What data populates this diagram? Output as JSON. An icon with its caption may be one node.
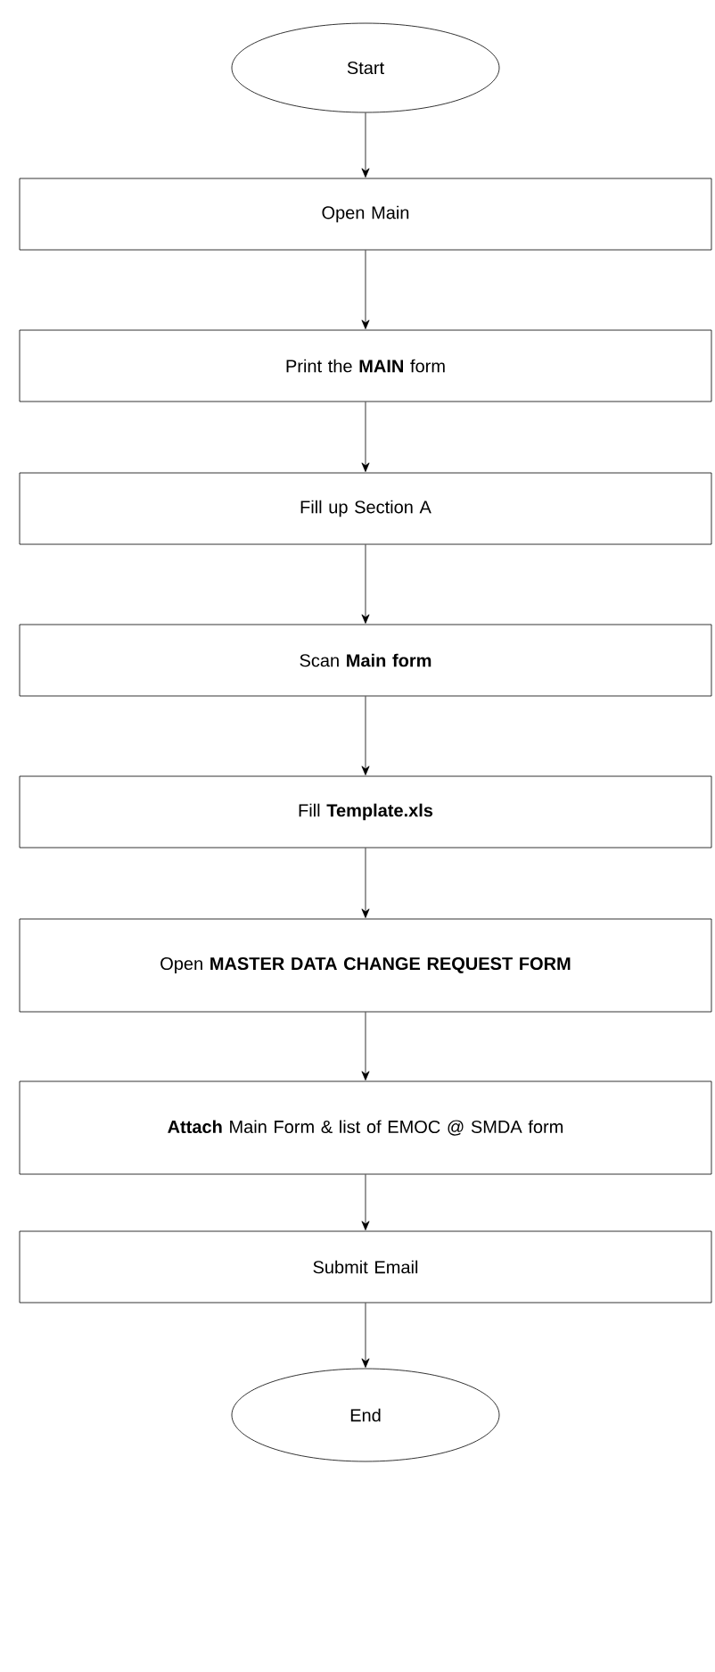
{
  "diagram": {
    "nodes": [
      {
        "text": [
          "Start"
        ]
      },
      {
        "text": [
          "Open Main"
        ]
      },
      {
        "text": [
          "Print the **MAIN** form"
        ]
      },
      {
        "text": [
          "Fill up Section A"
        ]
      },
      {
        "text": [
          "Scan **Main form**"
        ]
      },
      {
        "text": [
          "Fill **Template.xls**"
        ]
      },
      {
        "text": [
          "Open **MASTER DATA CHANGE REQUEST FORM**"
        ]
      },
      {
        "text": [
          "**Attach** Main Form & list of EMOC @ SMDA form"
        ]
      },
      {
        "text": [
          "Submit Email"
        ]
      },
      {
        "text": [
          "End"
        ]
      }
    ],
    "edges": [
      {
        "from": 0,
        "to": 1,
        "arrow": "to"
      },
      {
        "from": 1,
        "to": 2,
        "arrow": "to"
      },
      {
        "from": 2,
        "to": 3,
        "arrow": "to"
      },
      {
        "from": 3,
        "to": 4,
        "arrow": "to"
      },
      {
        "from": 4,
        "to": 5,
        "arrow": "to"
      },
      {
        "from": 5,
        "to": 6,
        "arrow": "to"
      },
      {
        "from": 6,
        "to": 7,
        "arrow": "to"
      },
      {
        "from": 7,
        "to": 8,
        "arrow": "to"
      },
      {
        "from": 8,
        "to": 9,
        "arrow": "to"
      }
    ]
  }
}
